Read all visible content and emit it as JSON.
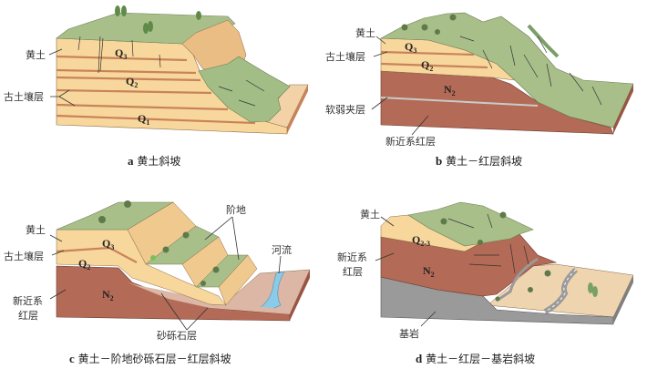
{
  "colors": {
    "loess": "#f8d79c",
    "paleosol": "#c9835a",
    "grass": "#a9bf8a",
    "red_bed": "#b36a56",
    "bedrock": "#9a9a9a",
    "gravel": "#dcb7a5",
    "river": "#8ccbe8",
    "floor": "#efd4b0"
  },
  "panels": {
    "a": {
      "caption_letter": "a",
      "caption": "黄土斜坡",
      "labels": {
        "loess": "黄土",
        "paleosol": "古土壤层"
      },
      "units": [
        {
          "letter": "Q",
          "sub": "3"
        },
        {
          "letter": "Q",
          "sub": "2"
        },
        {
          "letter": "Q",
          "sub": "1"
        }
      ]
    },
    "b": {
      "caption_letter": "b",
      "caption": "黄土－红层斜坡",
      "labels": {
        "loess": "黄土",
        "paleosol": "古土壤层",
        "weak_interlayer": "软弱夹层",
        "neogene_red": "新近系红层"
      },
      "units": [
        {
          "letter": "Q",
          "sub": "3"
        },
        {
          "letter": "Q",
          "sub": "2"
        },
        {
          "letter": "N",
          "sub": "2"
        }
      ]
    },
    "c": {
      "caption_letter": "c",
      "caption": "黄土－阶地砂砾石层－红层斜坡",
      "labels": {
        "loess": "黄土",
        "paleosol": "古土壤层",
        "neogene_red_1": "新近系",
        "neogene_red_2": "红层",
        "terrace": "阶地",
        "river": "河流",
        "gravel": "砂砾石层"
      },
      "units": [
        {
          "letter": "Q",
          "sub": "3"
        },
        {
          "letter": "Q",
          "sub": "2"
        },
        {
          "letter": "N",
          "sub": "2"
        }
      ]
    },
    "d": {
      "caption_letter": "d",
      "caption": "黄土－红层－基岩斜坡",
      "labels": {
        "loess": "黄土",
        "neogene_red_1": "新近系",
        "neogene_red_2": "红层",
        "bedrock": "基岩"
      },
      "units": [
        {
          "letter": "Q",
          "sub": "2-3"
        },
        {
          "letter": "N",
          "sub": "2"
        }
      ]
    }
  }
}
